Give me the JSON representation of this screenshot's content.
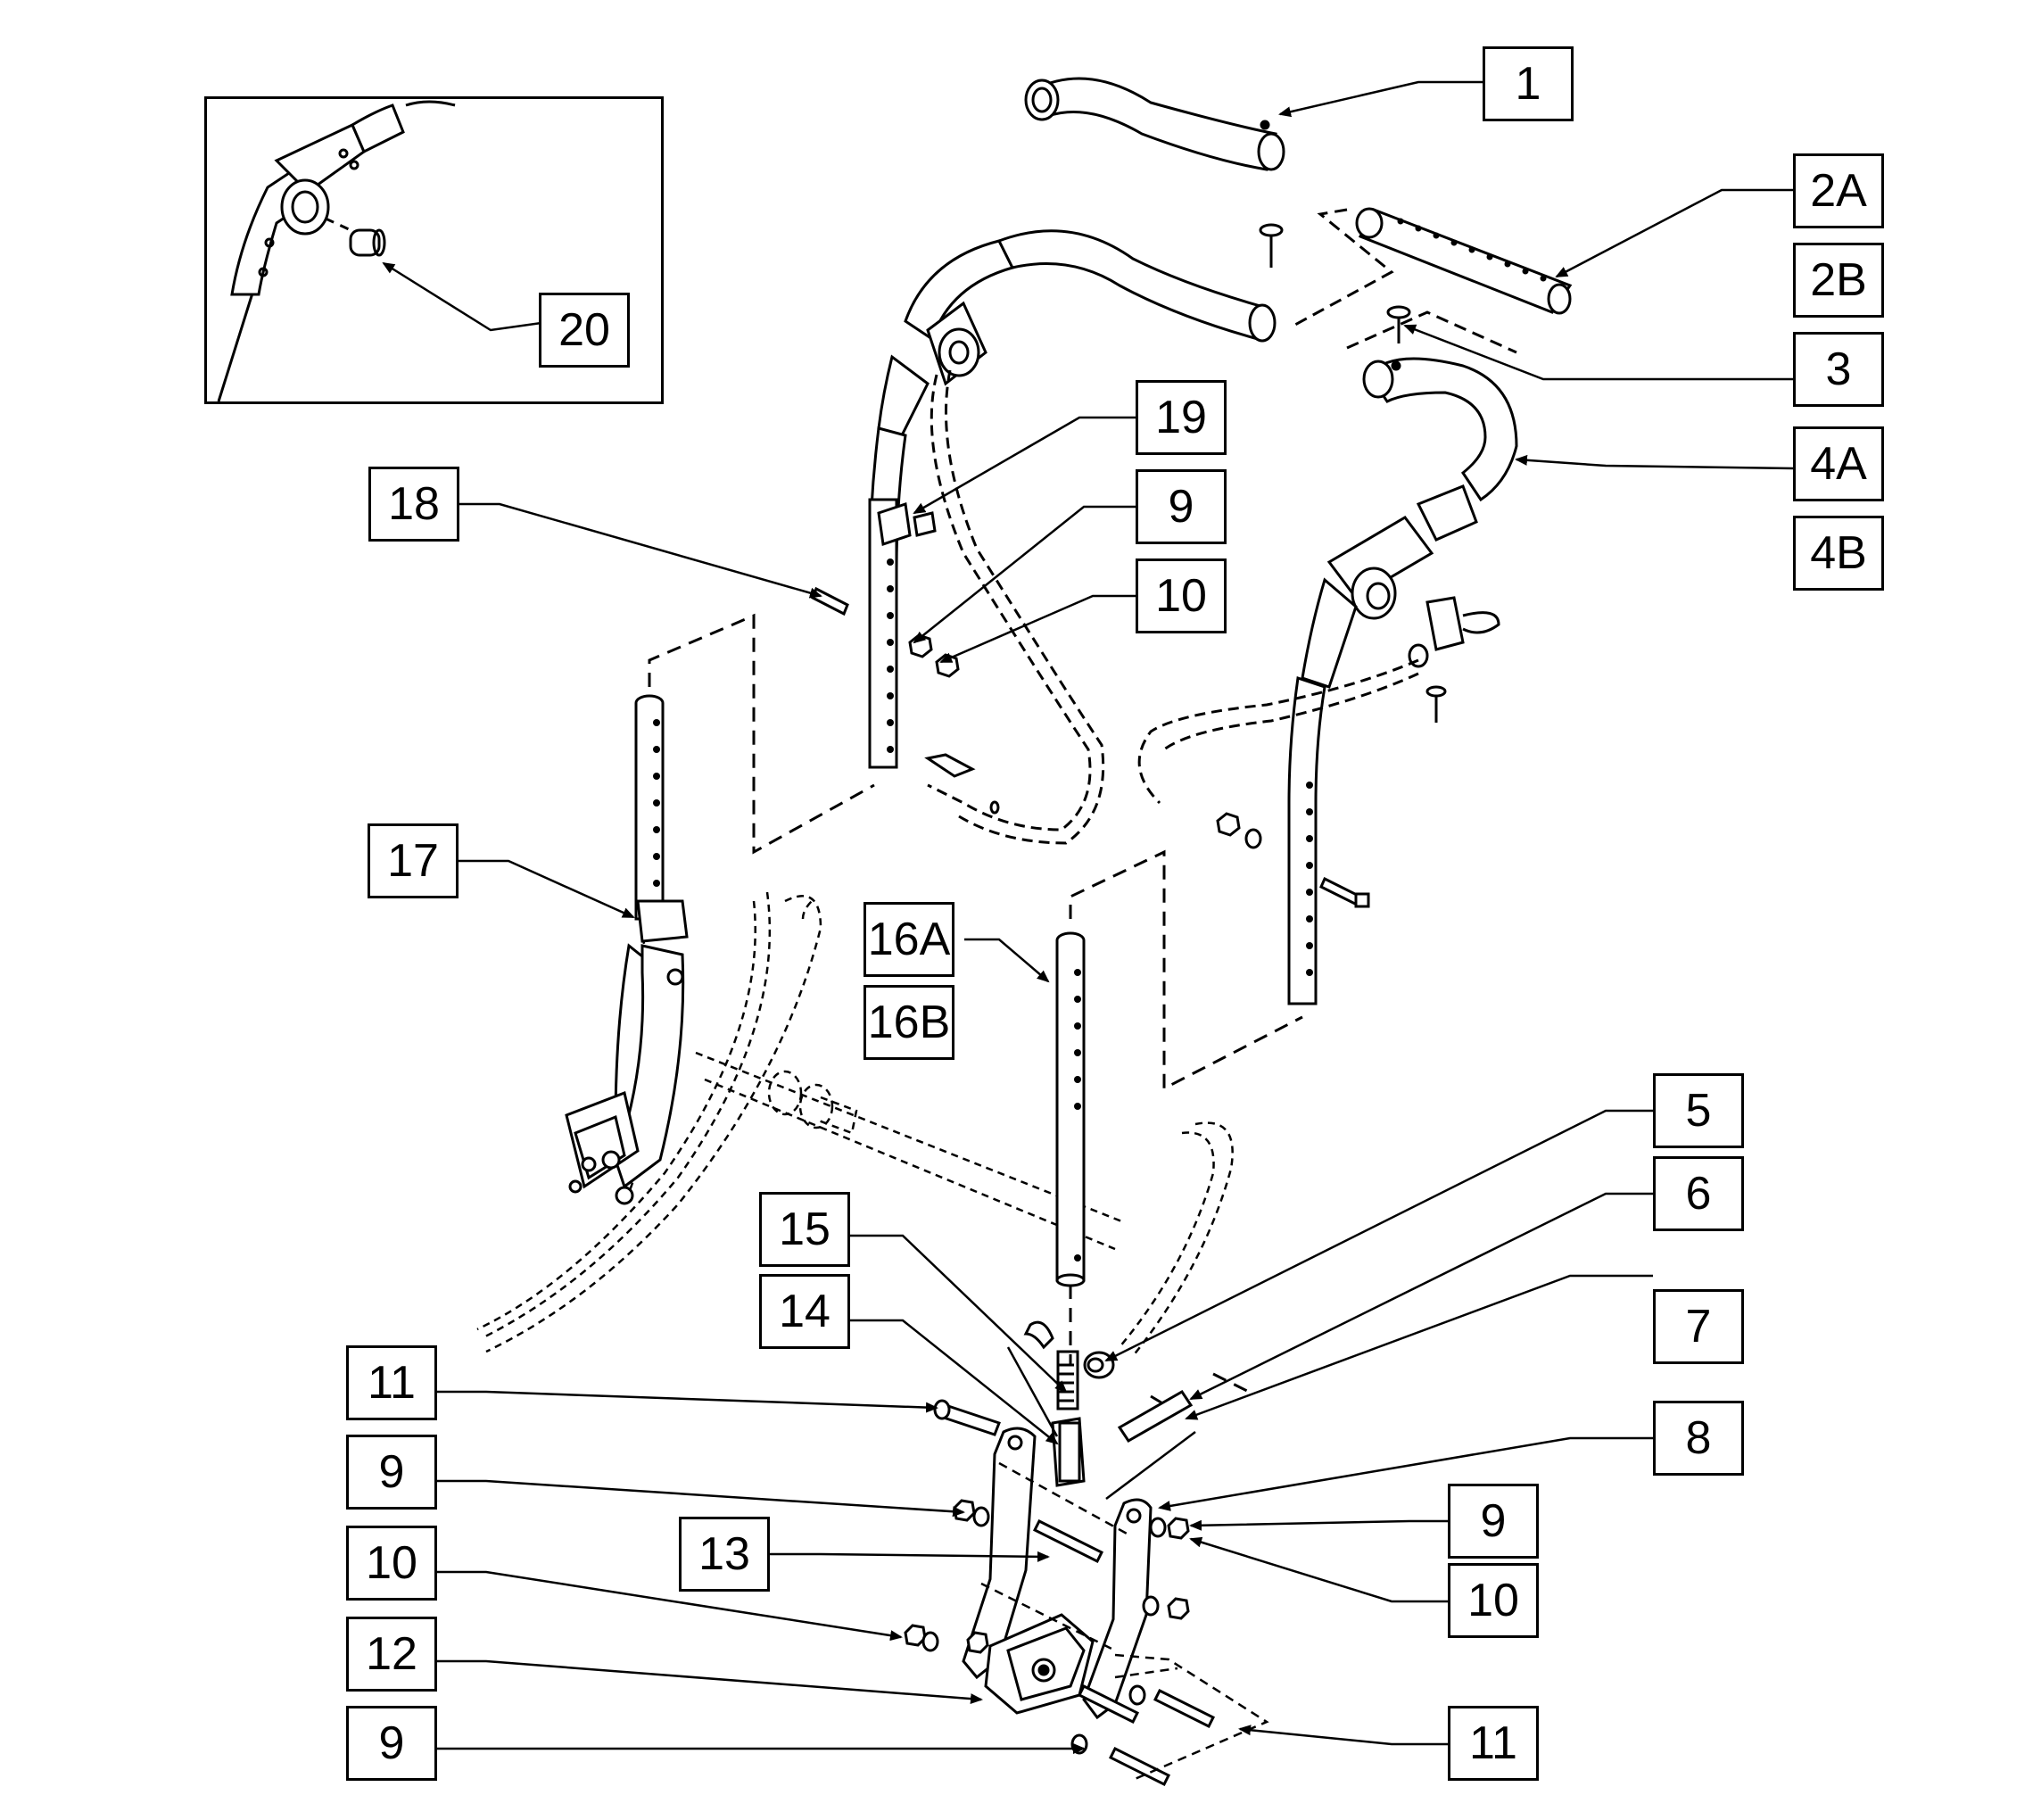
{
  "diagram": {
    "callouts": [
      {
        "id": "c-1",
        "label": "1"
      },
      {
        "id": "c-2A",
        "label": "2A"
      },
      {
        "id": "c-2B",
        "label": "2B"
      },
      {
        "id": "c-3",
        "label": "3"
      },
      {
        "id": "c-4A",
        "label": "4A"
      },
      {
        "id": "c-4B",
        "label": "4B"
      },
      {
        "id": "c-5",
        "label": "5"
      },
      {
        "id": "c-6",
        "label": "6"
      },
      {
        "id": "c-7",
        "label": "7"
      },
      {
        "id": "c-8",
        "label": "8"
      },
      {
        "id": "c-9-top",
        "label": "9"
      },
      {
        "id": "c-9-left",
        "label": "9"
      },
      {
        "id": "c-9-right",
        "label": "9"
      },
      {
        "id": "c-9-bottom",
        "label": "9"
      },
      {
        "id": "c-10-top",
        "label": "10"
      },
      {
        "id": "c-10-left",
        "label": "10"
      },
      {
        "id": "c-10-right",
        "label": "10"
      },
      {
        "id": "c-11-left",
        "label": "11"
      },
      {
        "id": "c-11-right",
        "label": "11"
      },
      {
        "id": "c-12",
        "label": "12"
      },
      {
        "id": "c-13",
        "label": "13"
      },
      {
        "id": "c-14",
        "label": "14"
      },
      {
        "id": "c-15",
        "label": "15"
      },
      {
        "id": "c-16A",
        "label": "16A"
      },
      {
        "id": "c-16B",
        "label": "16B"
      },
      {
        "id": "c-17",
        "label": "17"
      },
      {
        "id": "c-18",
        "label": "18"
      },
      {
        "id": "c-19",
        "label": "19"
      },
      {
        "id": "c-20",
        "label": "20"
      }
    ]
  }
}
